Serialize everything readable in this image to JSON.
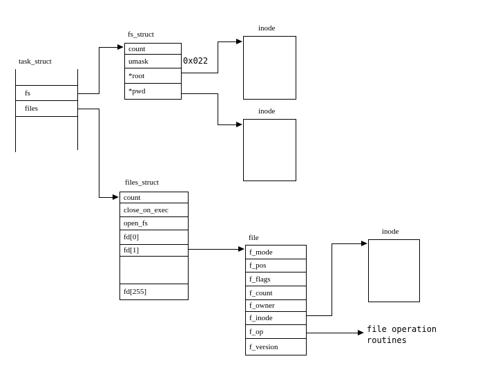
{
  "diagram": {
    "colors": {
      "ink": "#000000",
      "background": "#ffffff"
    },
    "task_struct": {
      "title": "task_struct",
      "rows": [
        "fs",
        "files"
      ]
    },
    "fs_struct": {
      "title": "fs_struct",
      "rows": [
        "count",
        "umask",
        "*root",
        "*pwd"
      ]
    },
    "umask_value": "0x022",
    "inode_top": {
      "title": "inode"
    },
    "inode_mid": {
      "title": "inode"
    },
    "inode_right": {
      "title": "inode"
    },
    "files_struct": {
      "title": "files_struct",
      "rows": [
        "count",
        "close_on_exec",
        "open_fs",
        "fd[0]",
        "fd[1]",
        "",
        "fd[255]"
      ]
    },
    "file": {
      "title": "file",
      "rows": [
        "f_mode",
        "f_pos",
        "f_flags",
        "f_count",
        "f_owner",
        "f_inode",
        "f_op",
        "f_version"
      ]
    },
    "file_op_routines": "file operation\nroutines"
  }
}
